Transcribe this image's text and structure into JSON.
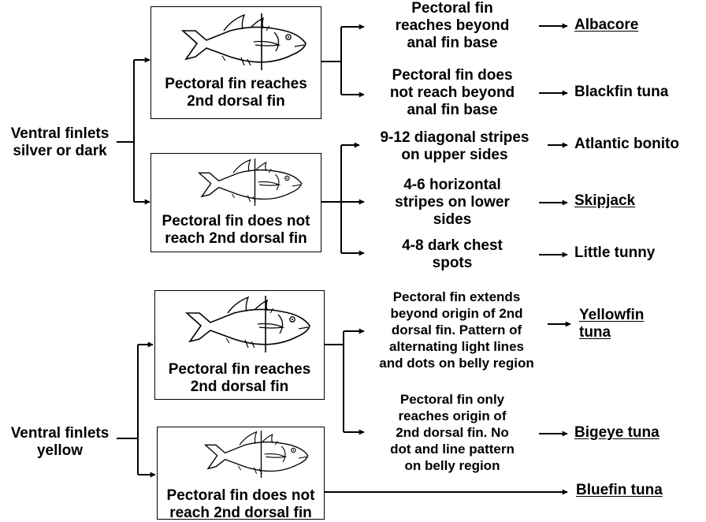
{
  "groups": [
    {
      "condition": "Ventral finlets silver or dark",
      "condition_lines": [
        "Ventral finlets",
        "silver or dark"
      ],
      "branches": [
        {
          "box_label_lines": [
            "Pectoral fin reaches",
            "2nd dorsal fin"
          ],
          "outcomes": [
            {
              "criterion_lines": [
                "Pectoral fin",
                "reaches beyond",
                "anal fin base"
              ],
              "species": "Albacore"
            },
            {
              "criterion_lines": [
                "Pectoral fin does",
                "not reach beyond",
                "anal fin base"
              ],
              "species": "Blackfin tuna"
            }
          ]
        },
        {
          "box_label_lines": [
            "Pectoral fin does not",
            "reach 2nd dorsal fin"
          ],
          "outcomes": [
            {
              "criterion_lines": [
                "9-12 diagonal stripes",
                "on upper sides"
              ],
              "species": "Atlantic bonito"
            },
            {
              "criterion_lines": [
                "4-6 horizontal",
                "stripes on lower",
                "sides"
              ],
              "species": "Skipjack"
            },
            {
              "criterion_lines": [
                "4-8 dark chest",
                "spots"
              ],
              "species": "Little tunny"
            }
          ]
        }
      ]
    },
    {
      "condition": "Ventral finlets yellow",
      "condition_lines": [
        "Ventral finlets",
        "yellow"
      ],
      "branches": [
        {
          "box_label_lines": [
            "Pectoral fin reaches",
            "2nd dorsal fin"
          ],
          "outcomes": [
            {
              "criterion_lines": [
                "Pectoral fin extends",
                "beyond origin of 2nd",
                "dorsal fin.  Pattern of",
                "alternating light lines",
                "and dots on belly region"
              ],
              "species_lines": [
                "Yellowfin",
                "tuna"
              ]
            },
            {
              "criterion_lines": [
                "Pectoral fin only",
                "reaches origin of",
                "2nd dorsal fin.  No",
                "dot and line  pattern",
                "on belly region"
              ],
              "species": "Bigeye tuna"
            }
          ]
        },
        {
          "box_label_lines": [
            "Pectoral fin does not",
            "reach 2nd dorsal fin"
          ],
          "outcomes": [
            {
              "species": "Bluefin tuna"
            }
          ]
        }
      ]
    }
  ]
}
